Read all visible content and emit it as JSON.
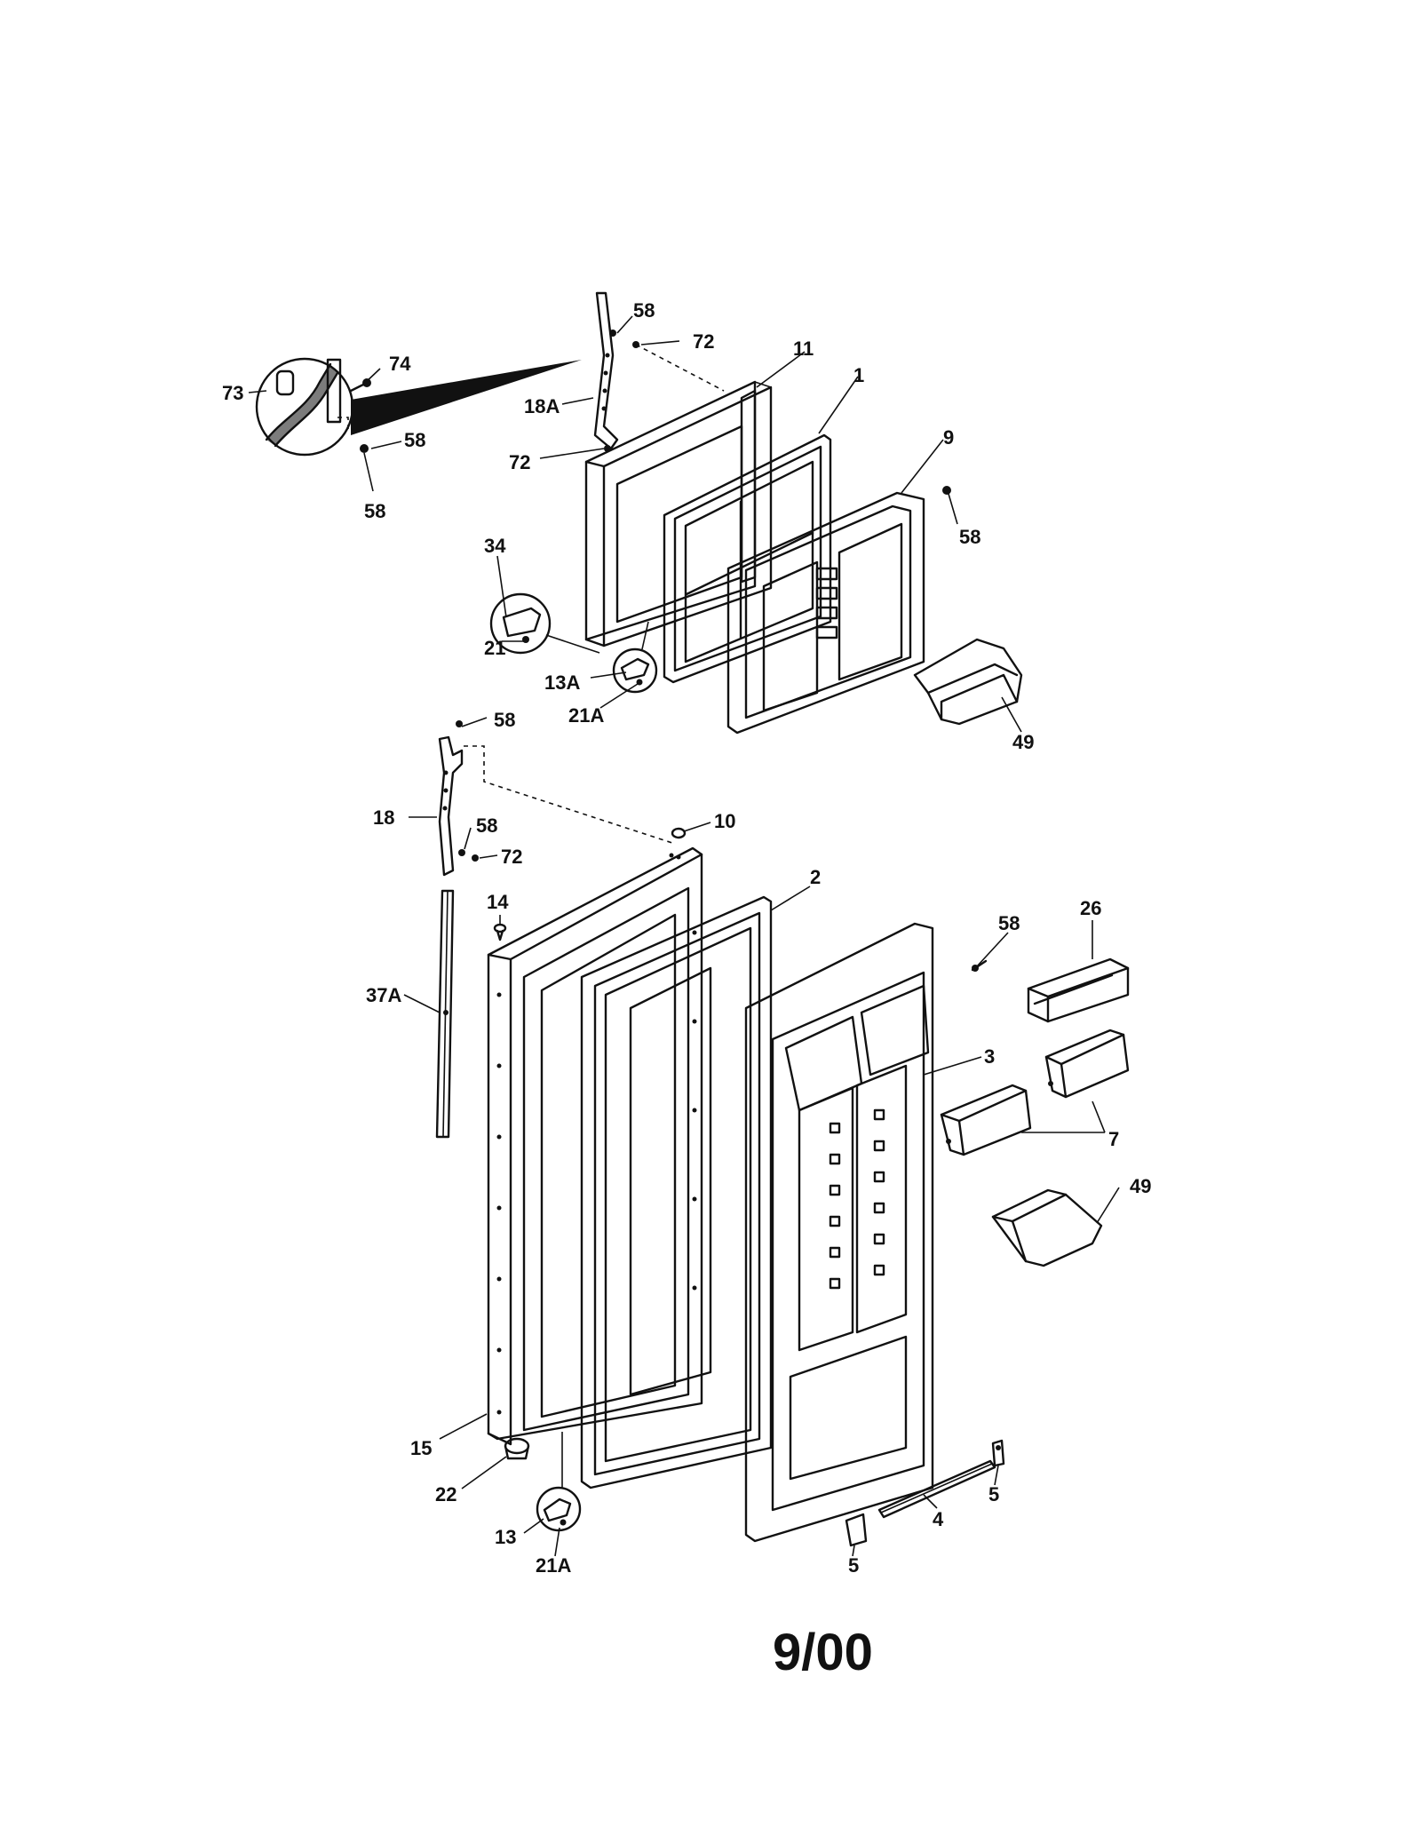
{
  "diagram": {
    "date_code": "9/00",
    "callouts": [
      {
        "id": "c-58a",
        "text": "58"
      },
      {
        "id": "c-72a",
        "text": "72"
      },
      {
        "id": "c-11",
        "text": "11"
      },
      {
        "id": "c-1",
        "text": "1"
      },
      {
        "id": "c-9",
        "text": "9"
      },
      {
        "id": "c-74",
        "text": "74"
      },
      {
        "id": "c-73",
        "text": "73"
      },
      {
        "id": "c-18A",
        "text": "18A"
      },
      {
        "id": "c-58b",
        "text": "58"
      },
      {
        "id": "c-58c",
        "text": "58"
      },
      {
        "id": "c-72b",
        "text": "72"
      },
      {
        "id": "c-58d",
        "text": "58"
      },
      {
        "id": "c-34",
        "text": "34"
      },
      {
        "id": "c-21",
        "text": "21"
      },
      {
        "id": "c-13A",
        "text": "13A"
      },
      {
        "id": "c-21Aa",
        "text": "21A"
      },
      {
        "id": "c-49a",
        "text": "49"
      },
      {
        "id": "c-58e",
        "text": "58"
      },
      {
        "id": "c-18",
        "text": "18"
      },
      {
        "id": "c-58f",
        "text": "58"
      },
      {
        "id": "c-72c",
        "text": "72"
      },
      {
        "id": "c-10",
        "text": "10"
      },
      {
        "id": "c-14",
        "text": "14"
      },
      {
        "id": "c-2",
        "text": "2"
      },
      {
        "id": "c-58g",
        "text": "58"
      },
      {
        "id": "c-26",
        "text": "26"
      },
      {
        "id": "c-37A",
        "text": "37A"
      },
      {
        "id": "c-3",
        "text": "3"
      },
      {
        "id": "c-7",
        "text": "7"
      },
      {
        "id": "c-49b",
        "text": "49"
      },
      {
        "id": "c-15",
        "text": "15"
      },
      {
        "id": "c-22",
        "text": "22"
      },
      {
        "id": "c-13",
        "text": "13"
      },
      {
        "id": "c-21Ab",
        "text": "21A"
      },
      {
        "id": "c-5a",
        "text": "5"
      },
      {
        "id": "c-4",
        "text": "4"
      },
      {
        "id": "c-5b",
        "text": "5"
      }
    ]
  }
}
